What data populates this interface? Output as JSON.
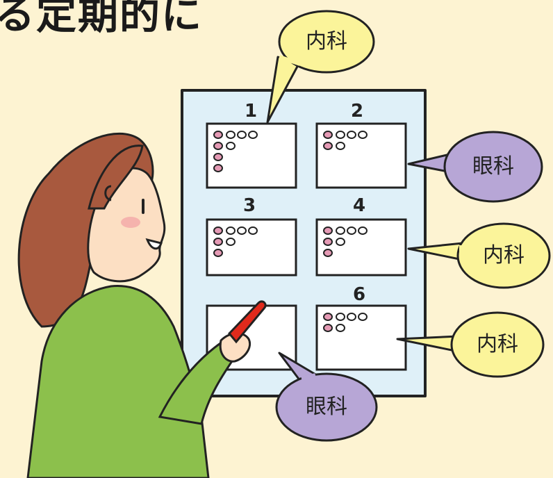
{
  "title": "る定期的に",
  "colors": {
    "background": "#fdf3d2",
    "sheet": "#dff0f8",
    "bubble_yellow": "#fbf49a",
    "bubble_purple": "#b7a6d6",
    "dot_pink": "#e59ab5",
    "shirt": "#8cc04c",
    "hair": "#a8593e",
    "marker": "#e02a1c"
  },
  "cards": [
    {
      "number": "1",
      "pink_dots": 4,
      "gray_dots": 4
    },
    {
      "number": "2",
      "pink_dots": 2,
      "gray_dots": 4
    },
    {
      "number": "3",
      "pink_dots": 3,
      "gray_dots": 4
    },
    {
      "number": "4",
      "pink_dots": 3,
      "gray_dots": 4
    },
    {
      "number": "",
      "pink_dots": 0,
      "gray_dots": 0
    },
    {
      "number": "6",
      "pink_dots": 2,
      "gray_dots": 4
    }
  ],
  "bubbles": [
    {
      "label": "内科",
      "color": "yellow"
    },
    {
      "label": "眼科",
      "color": "purple"
    },
    {
      "label": "内科",
      "color": "yellow"
    },
    {
      "label": "内科",
      "color": "yellow"
    },
    {
      "label": "眼科",
      "color": "purple"
    }
  ]
}
